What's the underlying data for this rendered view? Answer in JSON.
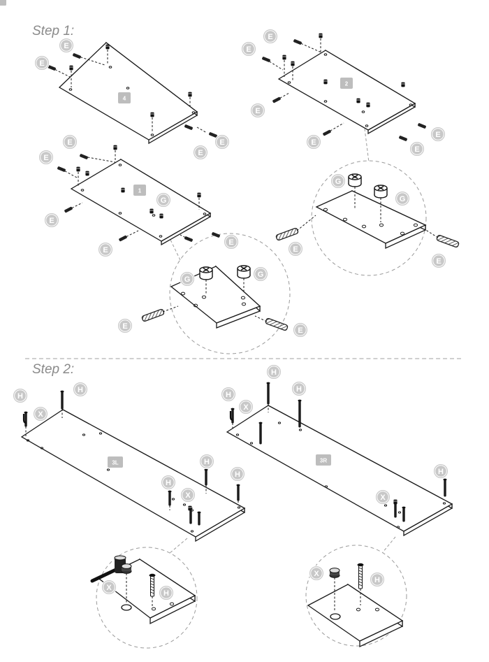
{
  "steps": [
    {
      "title": "Step 1:"
    },
    {
      "title": "Step 2:"
    }
  ],
  "panels": [
    "4",
    "2",
    "1",
    "3L",
    "3R"
  ],
  "parts": {
    "E": "E",
    "G": "G",
    "H": "H",
    "X": "X"
  },
  "colors": {
    "line": "#1a1a1a",
    "badge_fill": "#c8c8c8",
    "badge_text": "#ffffff",
    "panel_label": "#bdbdbd",
    "step_title": "#8a8a8a",
    "divider": "#cfcfcf",
    "detail_circle": "#9a9a9a"
  },
  "icons": [
    "dowel-icon",
    "cam-lock-icon",
    "cam-bolt-icon",
    "screw-icon",
    "hammer-icon"
  ]
}
